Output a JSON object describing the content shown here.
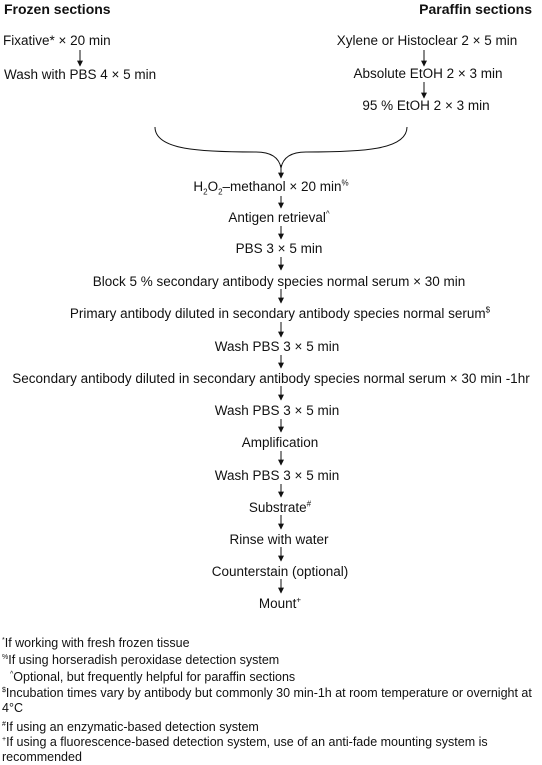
{
  "headers": {
    "frozen": "Frozen sections",
    "paraffin": "Paraffin sections"
  },
  "frozen_steps": {
    "fixative": "Fixative",
    "fixative_mark": "*",
    "fixative_time": " × 20 min",
    "wash": "Wash with PBS 4 × 5 min"
  },
  "paraffin_steps": {
    "xylene": "Xylene or Histoclear 2 × 5 min",
    "ethanol_abs": "Absolute EtOH 2 × 3 min",
    "ethanol_95": "95 % EtOH 2 × 3 min"
  },
  "main_steps": {
    "h2o2_a": "H",
    "h2o2_sub1": "2",
    "h2o2_b": "O",
    "h2o2_sub2": "2",
    "h2o2_c": "–methanol × 20 min",
    "h2o2_mark": "%",
    "antigen": "Antigen retrieval",
    "antigen_mark": "^",
    "pbs": "PBS 3 × 5 min",
    "block": "Block 5 % secondary antibody species normal serum × 30 min",
    "primary": "Primary antibody diluted in secondary antibody species normal serum",
    "primary_mark": "$",
    "wash1": "Wash PBS 3 × 5 min",
    "secondary": "Secondary antibody diluted in secondary antibody species normal serum × 30 min -1hr",
    "wash2": "Wash PBS 3 × 5 min",
    "amplification": "Amplification",
    "wash3": "Wash PBS 3 × 5 min",
    "substrate": "Substrate",
    "substrate_mark": "#",
    "rinse": "Rinse with water",
    "counterstain": "Counterstain (optional)",
    "mount": "Mount",
    "mount_mark": "+"
  },
  "footnotes": {
    "f1_mark": "*",
    "f1": "If working with fresh frozen tissue",
    "f2_mark": "%",
    "f2": "If using horseradish peroxidase detection system",
    "f3_mark": "^",
    "f3": "Optional, but frequently helpful for paraffin sections",
    "f4_mark": "$",
    "f4": "Incubation times vary by antibody but commonly 30 min-1h at room temperature or overnight at 4°C",
    "f5_mark": "#",
    "f5": "If using an enzymatic-based detection system",
    "f6_mark": "+",
    "f6": "If using a fluorescence-based detection system, use of an anti-fade mounting system is recommended"
  }
}
